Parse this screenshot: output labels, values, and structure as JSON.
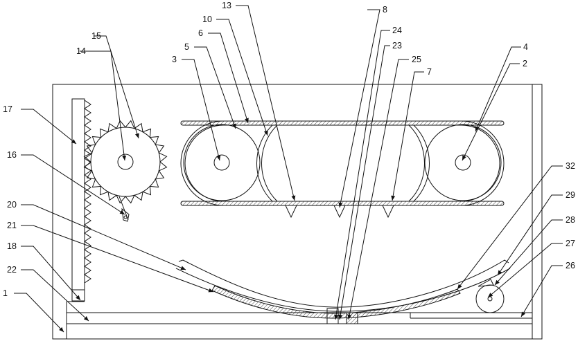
{
  "figure": {
    "callouts": [
      {
        "id": "c13",
        "label": "13"
      },
      {
        "id": "c8",
        "label": "8"
      },
      {
        "id": "c10",
        "label": "10"
      },
      {
        "id": "c24",
        "label": "24"
      },
      {
        "id": "c15",
        "label": "15"
      },
      {
        "id": "c6",
        "label": "6"
      },
      {
        "id": "c23",
        "label": "23"
      },
      {
        "id": "c14",
        "label": "14"
      },
      {
        "id": "c5",
        "label": "5"
      },
      {
        "id": "c25",
        "label": "25"
      },
      {
        "id": "c4",
        "label": "4"
      },
      {
        "id": "c3",
        "label": "3"
      },
      {
        "id": "c7",
        "label": "7"
      },
      {
        "id": "c2",
        "label": "2"
      },
      {
        "id": "c17",
        "label": "17"
      },
      {
        "id": "c16",
        "label": "16"
      },
      {
        "id": "c32",
        "label": "32"
      },
      {
        "id": "c29",
        "label": "29"
      },
      {
        "id": "c20",
        "label": "20"
      },
      {
        "id": "c28",
        "label": "28"
      },
      {
        "id": "c21",
        "label": "21"
      },
      {
        "id": "c18",
        "label": "18"
      },
      {
        "id": "c27",
        "label": "27"
      },
      {
        "id": "c22",
        "label": "22"
      },
      {
        "id": "c26",
        "label": "26"
      },
      {
        "id": "c1",
        "label": "1"
      }
    ]
  }
}
